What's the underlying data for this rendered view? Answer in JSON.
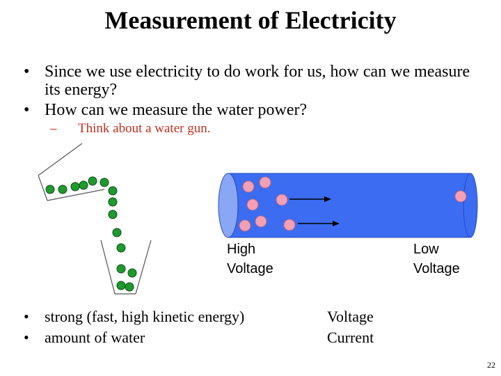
{
  "title": "Measurement of Electricity",
  "bullets": [
    {
      "marker": "•",
      "text": "Since we use electricity to do work for us, how can we measure its energy?"
    },
    {
      "marker": "•",
      "text": "How can we measure the water power?"
    }
  ],
  "sub_bullet": {
    "marker": "–",
    "text": "Think about a water gun."
  },
  "labels": {
    "high_1": "High",
    "high_2": "Voltage",
    "low_1": "Low",
    "low_2": "Voltage"
  },
  "bottom_bullets": [
    {
      "marker": "•",
      "text": "strong (fast, high kinetic energy)"
    },
    {
      "marker": "•",
      "text": "amount of water"
    }
  ],
  "right_terms": [
    "Voltage",
    "Current"
  ],
  "page_number": "22",
  "colors": {
    "sub_bullet_text": "#c0311f",
    "water_drop": "#1e9a2e",
    "pipe_fill": "#3b6cf2",
    "pipe_cap": "#8aa7f5",
    "particle": "#f3a0b6"
  }
}
